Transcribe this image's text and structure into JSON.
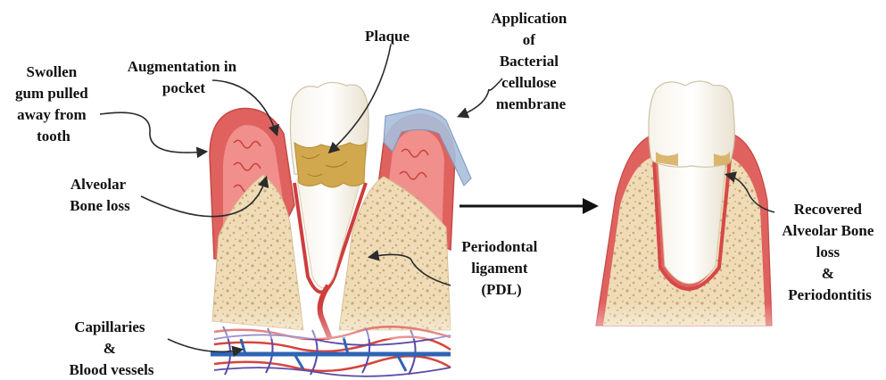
{
  "labels": {
    "swollen_gum": [
      "Swollen",
      "gum pulled",
      "away from",
      "tooth"
    ],
    "augmentation": [
      "Augmentation in",
      "pocket"
    ],
    "plaque": "Plaque",
    "application": [
      "Application",
      "of",
      "Bacterial",
      "cellulose",
      "membrane"
    ],
    "alveolar_bone_loss": [
      "Alveolar",
      "Bone loss"
    ],
    "pdl": [
      "Periodontal",
      "ligament",
      "(PDL)"
    ],
    "capillaries": [
      "Capillaries",
      "&",
      "Blood vessels"
    ],
    "recovered": [
      "Recovered",
      "Alveolar Bone",
      "loss",
      "&",
      "Periodontitis"
    ]
  },
  "colors": {
    "gum": "#e0625f",
    "gum_light": "#f3a3a0",
    "bone": "#efdcb7",
    "bone_dots": "#c8a878",
    "tooth": "#f4efe2",
    "plaque": "#d2a84f",
    "membrane": "#a9bfdc",
    "vessel_red": "#d8443c",
    "vessel_blue": "#2e64b5",
    "vessel_purple": "#5b4aa8",
    "text": "#111111"
  }
}
